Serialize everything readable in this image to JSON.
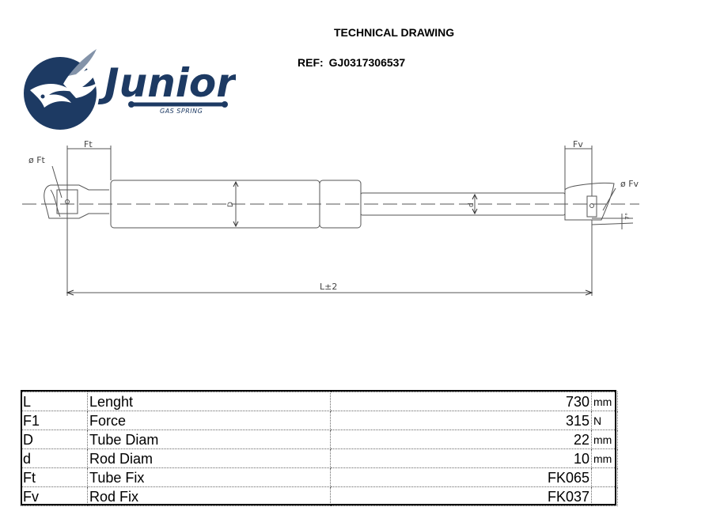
{
  "header": {
    "title": "TECHNICAL DRAWING",
    "ref_label": "REF:",
    "ref_value": "GJ0317306537"
  },
  "logo": {
    "brand": "Junior",
    "tagline": "GAS SPRING",
    "color": "#1d3a63"
  },
  "drawing": {
    "labels": {
      "ft_top": "Ft",
      "fv_top": "Fv",
      "phi_ft": "ø Ft",
      "phi_fv": "ø Fv",
      "tube_diam": "D",
      "rod_diam": "d",
      "length": "L±2",
      "angle": "7°"
    }
  },
  "spec_table": {
    "rows": [
      {
        "symbol": "L",
        "label": "Lenght",
        "value": "730",
        "unit": "mm"
      },
      {
        "symbol": "F1",
        "label": "Force",
        "value": "315",
        "unit": "N"
      },
      {
        "symbol": "D",
        "label": "Tube Diam",
        "value": "22",
        "unit": "mm"
      },
      {
        "symbol": "d",
        "label": "Rod Diam",
        "value": "10",
        "unit": "mm"
      },
      {
        "symbol": "Ft",
        "label": "Tube Fix",
        "value": "FK065",
        "unit": ""
      },
      {
        "symbol": "Fv",
        "label": "Rod Fix",
        "value": "FK037",
        "unit": ""
      }
    ]
  }
}
